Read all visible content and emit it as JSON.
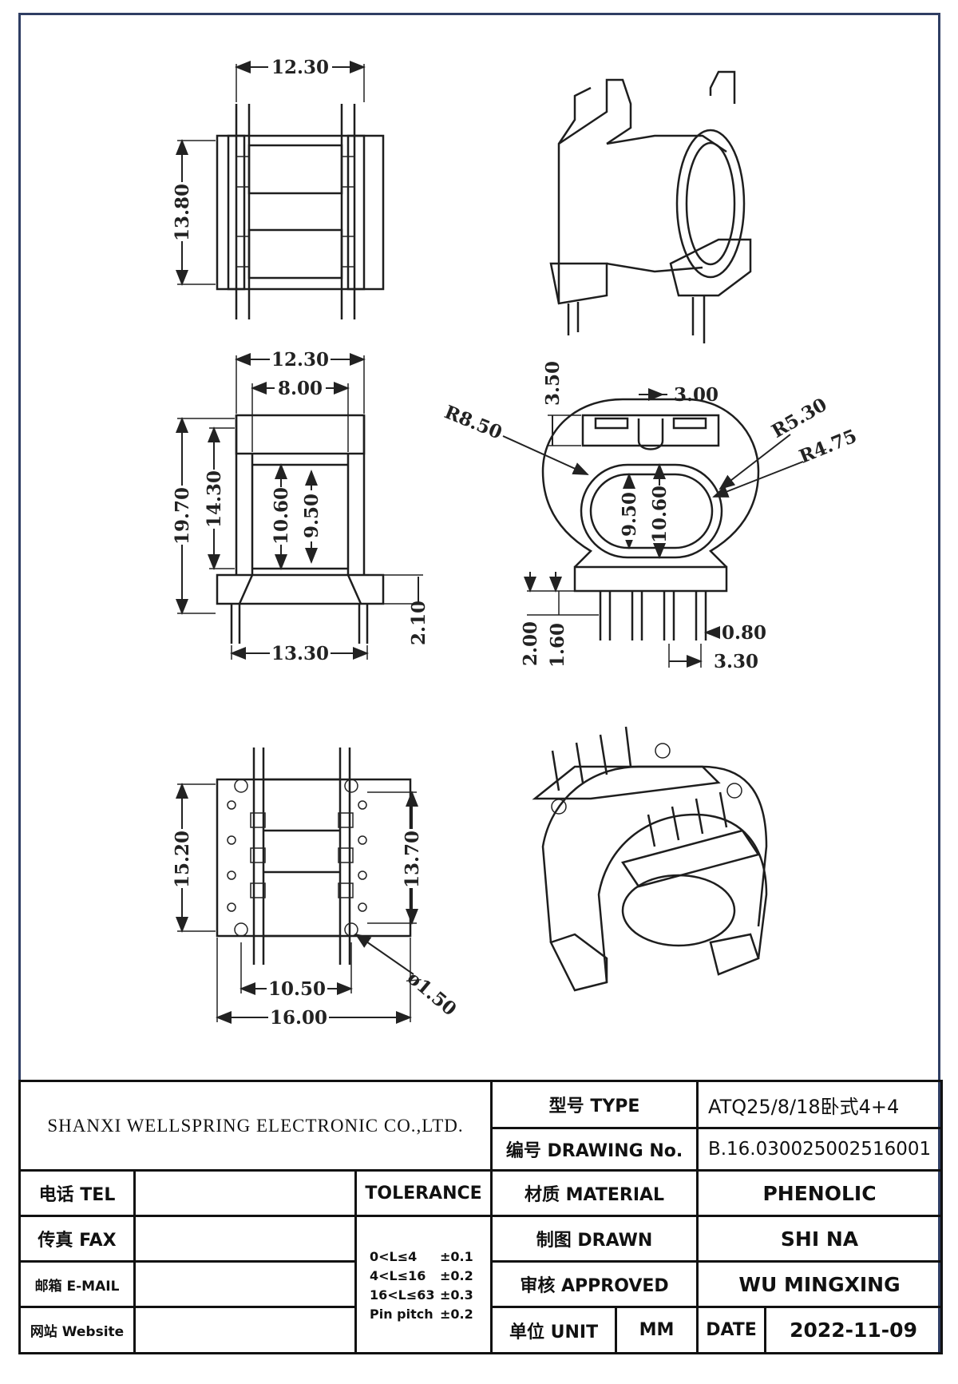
{
  "drawing": {
    "dimensions": {
      "top_width": "12.30",
      "top_height": "13.80",
      "front_width": "12.30",
      "front_inner_width": "8.00",
      "front_height": "19.70",
      "front_flange_height": "14.30",
      "front_bore_outer": "10.60",
      "front_bore_inner": "9.50",
      "front_base_width": "13.30",
      "front_pin_standoff": "2.10",
      "side_top_height": "3.50",
      "side_slot_width": "3.00",
      "side_r_outer": "R8.50",
      "side_r1": "R5.30",
      "side_r2": "R4.75",
      "side_bore_inner": "9.50",
      "side_bore_outer": "10.60",
      "side_pin_len_a": "2.00",
      "side_pin_len_b": "1.60",
      "side_pin_dia": "0.80",
      "side_pin_pitch": "3.30",
      "bottom_height": "15.20",
      "bottom_pin_row": "13.70",
      "bottom_inner_width": "10.50",
      "bottom_total_width": "16.00",
      "bottom_hole": "ø1.50"
    }
  },
  "title_block": {
    "company": "SHANXI WELLSPRING ELECTRONIC CO.,LTD.",
    "type_label": "型号 TYPE",
    "type_value": "ATQ25/8/18卧式4+4",
    "drawing_no_label": "编号 DRAWING No.",
    "drawing_no_value": "B.16.030025002516001",
    "tel_label": "电话 TEL",
    "tel_value": "",
    "tolerance_label": "TOLERANCE",
    "material_label": "材质 MATERIAL",
    "material_value": "PHENOLIC",
    "fax_label": "传真 FAX",
    "fax_value": "",
    "drawn_label": "制图 DRAWN",
    "drawn_value": "SHI NA",
    "email_label": "邮箱 E-MAIL",
    "email_value": "",
    "approved_label": "审核 APPROVED",
    "approved_value": "WU MINGXING",
    "website_label": "网站 Website",
    "website_value": "",
    "unit_label": "单位 UNIT",
    "unit_value": "MM",
    "date_label": "DATE",
    "date_value": "2022-11-09",
    "tolerances": [
      {
        "range": "0<L≤4",
        "value": "±0.1"
      },
      {
        "range": "4<L≤16",
        "value": "±0.2"
      },
      {
        "range": "16<L≤63",
        "value": "±0.3"
      },
      {
        "range": "Pin pitch",
        "value": "±0.2"
      }
    ]
  }
}
